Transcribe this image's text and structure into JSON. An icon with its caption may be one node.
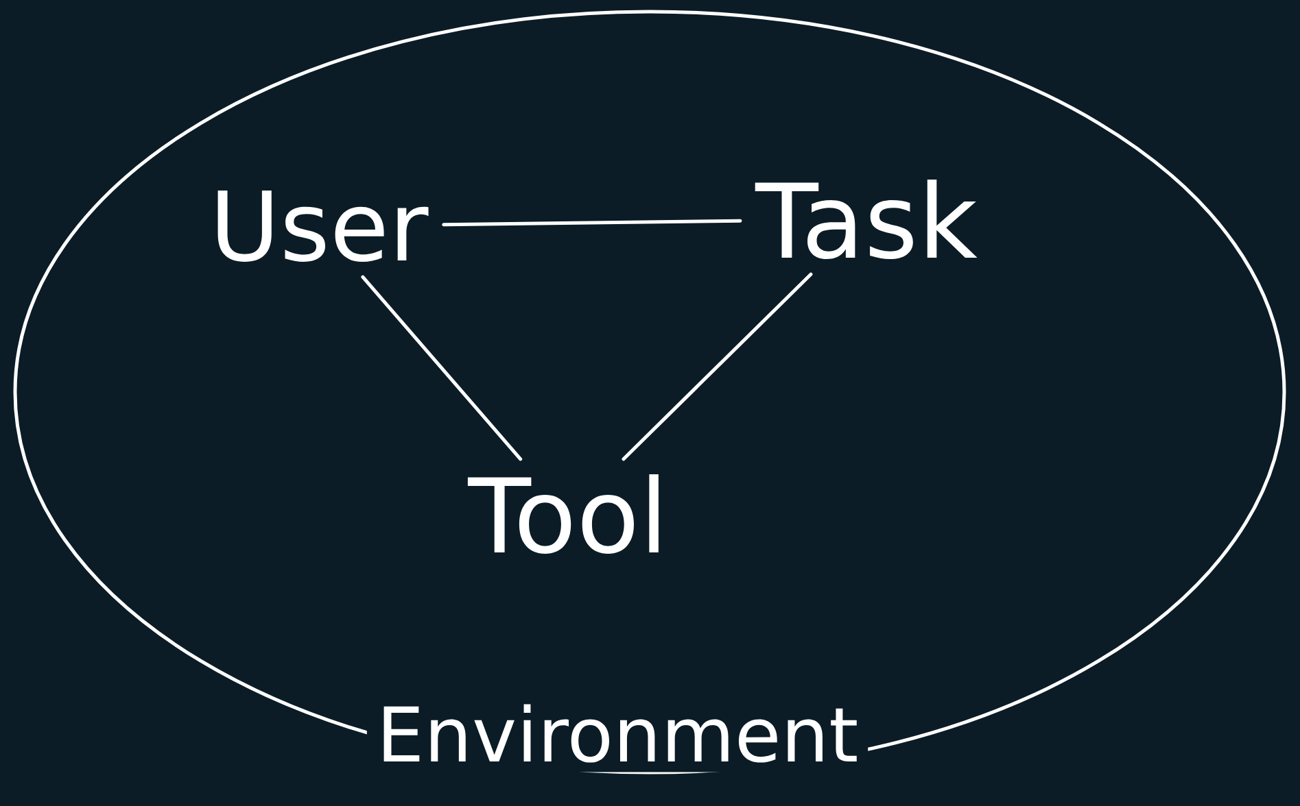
{
  "diagram": {
    "nodes": [
      {
        "text": [
          "Environment"
        ]
      },
      {
        "text": [
          "User"
        ],
        "in": 0
      },
      {
        "text": [
          "Task"
        ],
        "in": 0
      },
      {
        "text": [
          "Tool"
        ],
        "in": 0
      }
    ],
    "edges": [
      {
        "from": 1,
        "to": 2,
        "arrow": "none"
      },
      {
        "from": 1,
        "to": 3,
        "arrow": "none"
      },
      {
        "from": 2,
        "to": 3,
        "arrow": "none"
      }
    ]
  }
}
